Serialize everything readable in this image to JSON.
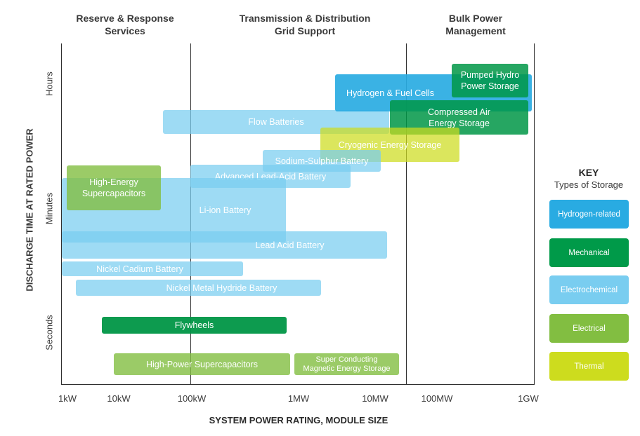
{
  "sections": [
    {
      "line1": "Reserve & Response",
      "line2": "Services"
    },
    {
      "line1": "Transmission & Distribution",
      "line2": "Grid Support"
    },
    {
      "line1": "Bulk Power",
      "line2": "Management"
    }
  ],
  "y_axis": {
    "title": "DISCHARGE TIME AT RATED POWER",
    "ticks": [
      "Hours",
      "Minutes",
      "Seconds"
    ]
  },
  "x_axis": {
    "title": "SYSTEM POWER RATING, MODULE SIZE",
    "ticks": [
      "1kW",
      "10kW",
      "100kW",
      "1MW",
      "10MW",
      "100MW",
      "1GW"
    ]
  },
  "technologies": {
    "pumped_hydro": {
      "line1": "Pumped Hydro",
      "line2": "Power Storage",
      "type": "Mechanical"
    },
    "hydrogen": {
      "label": "Hydrogen & Fuel Cells",
      "type": "Hydrogen-related"
    },
    "compressed_air": {
      "line1": "Compressed Air",
      "line2": "Energy Storage",
      "type": "Mechanical"
    },
    "flow": {
      "label": "Flow Batteries",
      "type": "Electrochemical"
    },
    "cryogenic": {
      "label": "Cryogenic Energy Storage",
      "type": "Thermal"
    },
    "sodium_sulphur": {
      "label": "Sodium-Sulphur Battery",
      "type": "Electrochemical"
    },
    "advanced_lead_acid": {
      "label": "Advanced Lead-Acid Battery",
      "type": "Electrochemical"
    },
    "high_energy_supercap": {
      "line1": "High-Energy",
      "line2": "Supercapacitors",
      "type": "Electrical"
    },
    "li_ion": {
      "label": "Li-ion Battery",
      "type": "Electrochemical"
    },
    "lead_acid": {
      "label": "Lead Acid Battery",
      "type": "Electrochemical"
    },
    "nickel_cadmium": {
      "label": "Nickel Cadium Battery",
      "type": "Electrochemical"
    },
    "nickel_metal_hydride": {
      "label": "Nickel Metal Hydride Battery",
      "type": "Electrochemical"
    },
    "flywheels": {
      "label": "Flywheels",
      "type": "Mechanical"
    },
    "high_power_supercap": {
      "label": "High-Power Supercapacitors",
      "type": "Electrical"
    },
    "smes": {
      "line1": "Super Conducting",
      "line2": "Magnetic Energy Storage",
      "type": "Electrical"
    }
  },
  "key": {
    "title": "KEY",
    "subtitle": "Types of Storage",
    "items": [
      {
        "label": "Hydrogen-related",
        "color": "#29abe2"
      },
      {
        "label": "Mechanical",
        "color": "#009a49"
      },
      {
        "label": "Electrochemical",
        "color": "#79cdf0"
      },
      {
        "label": "Electrical",
        "color": "#82be41"
      },
      {
        "label": "Thermal",
        "color": "#cddc1e"
      }
    ]
  }
}
